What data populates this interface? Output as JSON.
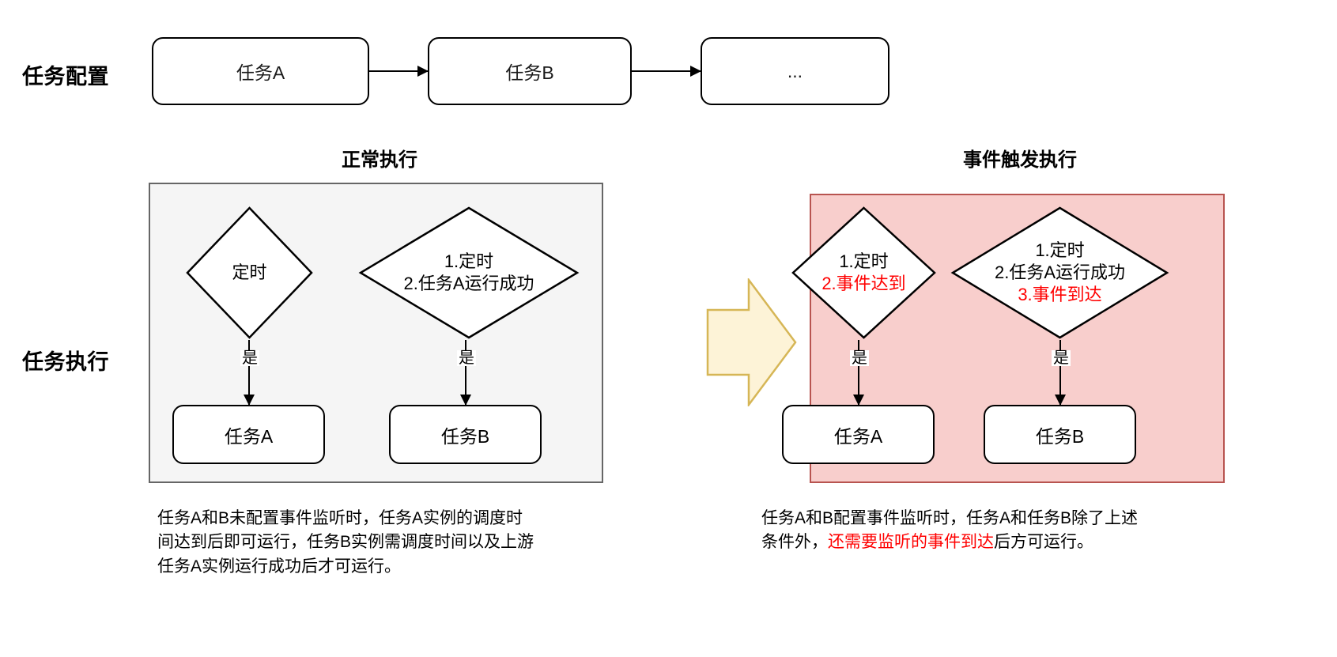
{
  "rows": {
    "config_label": "任务配置",
    "exec_label": "任务执行"
  },
  "pipeline": {
    "nodes": [
      {
        "label": "任务A",
        "name": "task-a"
      },
      {
        "label": "任务B",
        "name": "task-b"
      },
      {
        "label": "...",
        "name": "task-more"
      }
    ],
    "arrow_icon": "arrow-right-icon"
  },
  "transition": {
    "icon": "block-arrow-right-icon",
    "fill": "#fdf3d7",
    "stroke": "#d6b656"
  },
  "panels": {
    "normal": {
      "title": "正常执行",
      "background": "#f5f5f5",
      "border": "#666666",
      "decisions": [
        {
          "name": "decision-timer-a",
          "lines": [
            {
              "text": "定时",
              "color": "#000000"
            }
          ]
        },
        {
          "name": "decision-conditions-b",
          "lines": [
            {
              "text": "1.定时",
              "color": "#000000"
            },
            {
              "text": "2.任务A运行成功",
              "color": "#000000"
            }
          ]
        }
      ],
      "edge_labels": [
        "是",
        "是"
      ],
      "leaves": [
        {
          "label": "任务A",
          "name": "leaf-task-a"
        },
        {
          "label": "任务B",
          "name": "leaf-task-b"
        }
      ],
      "caption": "任务A和B未配置事件监听时，任务A实例的调度时间达到后即可运行，任务B实例需调度时间以及上游任务A实例运行成功后才可运行。",
      "caption_lines": [
        [
          {
            "text": "任务A和B未配置事件监听时，任务A实例的调度时",
            "color": "#000000"
          }
        ],
        [
          {
            "text": "间达到后即可运行，任务B实例需调度时间以及上游",
            "color": "#000000"
          }
        ],
        [
          {
            "text": "任务A实例运行成功后才可运行。",
            "color": "#000000"
          }
        ]
      ]
    },
    "event": {
      "title": "事件触发执行",
      "background": "#f8cecc",
      "border": "#b85450",
      "decisions": [
        {
          "name": "decision-timer-event-a",
          "lines": [
            {
              "text": "1.定时",
              "color": "#000000"
            },
            {
              "text": "2.事件达到",
              "color": "#ff0000"
            }
          ]
        },
        {
          "name": "decision-conditions-event-b",
          "lines": [
            {
              "text": "1.定时",
              "color": "#000000"
            },
            {
              "text": "2.任务A运行成功",
              "color": "#000000"
            },
            {
              "text": "3.事件到达",
              "color": "#ff0000"
            }
          ]
        }
      ],
      "edge_labels": [
        "是",
        "是"
      ],
      "leaves": [
        {
          "label": "任务A",
          "name": "leaf-task-a"
        },
        {
          "label": "任务B",
          "name": "leaf-task-b"
        }
      ],
      "caption": "任务A和B配置事件监听时，任务A和任务B除了上述条件外，还需要监听的事件到达后方可运行。",
      "caption_lines": [
        [
          {
            "text": "任务A和B配置事件监听时，任务A和任务B除了上述",
            "color": "#000000"
          }
        ],
        [
          {
            "text": "条件外，",
            "color": "#000000"
          },
          {
            "text": "还需要监听的事件到达",
            "color": "#ff0000"
          },
          {
            "text": "后方可运行。",
            "color": "#000000"
          }
        ]
      ]
    }
  },
  "colors": {
    "accent_red": "#ff0000",
    "panel_event_fill": "#f8cecc",
    "panel_event_border": "#b85450",
    "panel_normal_fill": "#f5f5f5",
    "panel_normal_border": "#666666",
    "arrow_fill": "#fdf3d7",
    "arrow_stroke": "#d6b656",
    "stroke": "#000000"
  }
}
